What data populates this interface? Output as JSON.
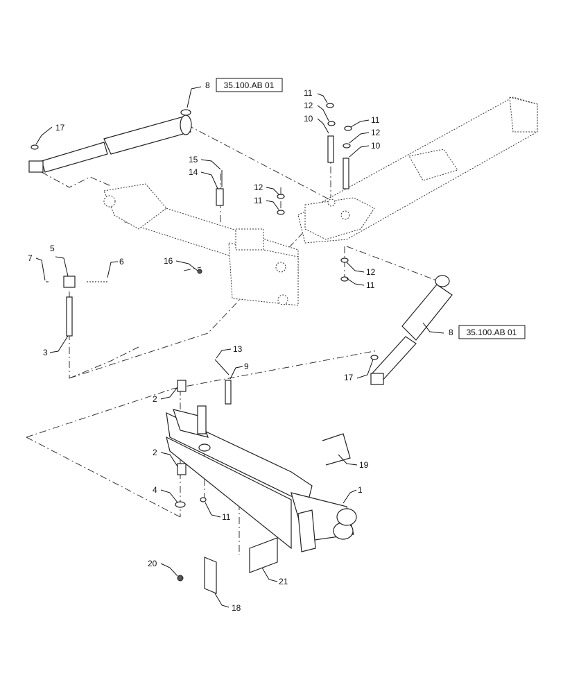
{
  "reference_code": "35.100.AB 01",
  "callouts": {
    "c1": "1",
    "c2a": "2",
    "c2b": "2",
    "c3": "3",
    "c4": "4",
    "c5": "5",
    "c6": "6",
    "c7": "7",
    "c8a": "8",
    "c8b": "8",
    "c9": "9",
    "c10a": "10",
    "c10b": "10",
    "c11a": "11",
    "c11b": "11",
    "c11c": "11",
    "c11d": "11",
    "c11e": "11",
    "c12a": "12",
    "c12b": "12",
    "c12c": "12",
    "c12d": "12",
    "c13": "13",
    "c14": "14",
    "c15": "15",
    "c16": "16",
    "c17a": "17",
    "c17b": "17",
    "c18": "18",
    "c19": "19",
    "c20": "20",
    "c21": "21"
  }
}
